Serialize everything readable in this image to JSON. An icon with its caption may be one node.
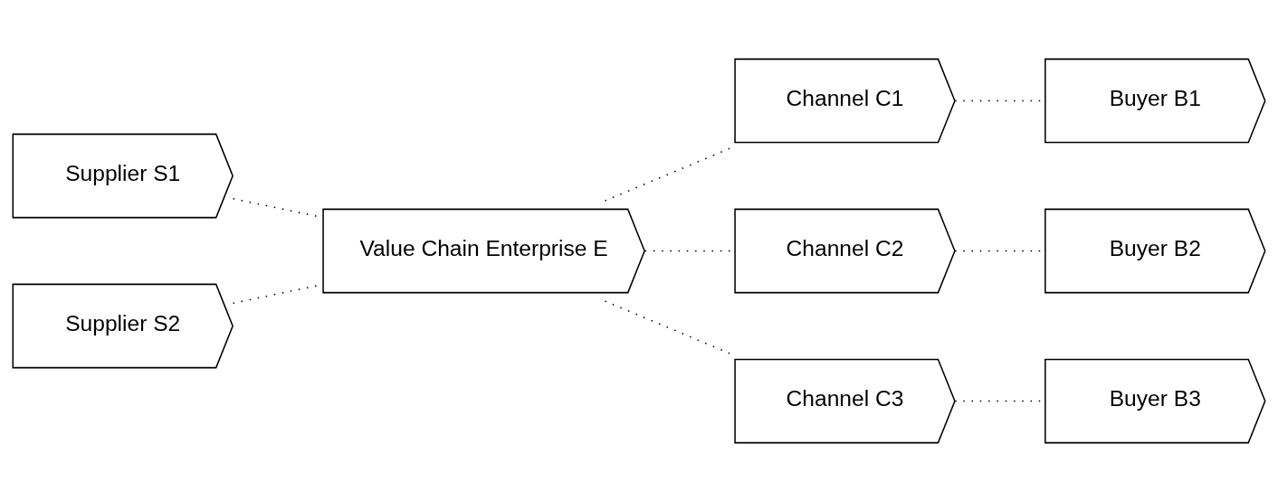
{
  "diagram": {
    "nodes": [
      {
        "text": [
          "Supplier S1"
        ]
      },
      {
        "text": [
          "Channel C1"
        ]
      },
      {
        "text": [
          "Buyer B1"
        ]
      },
      {
        "text": [
          "Value Chain Enterprise E"
        ]
      },
      {
        "text": [
          "Channel C2"
        ]
      },
      {
        "text": [
          "Buyer B2"
        ]
      },
      {
        "text": [
          "Supplier S2"
        ]
      },
      {
        "text": [
          "Channel C3"
        ]
      },
      {
        "text": [
          "Buyer B3"
        ]
      }
    ],
    "edges": [
      {
        "from": 0,
        "to": 3,
        "arrow": "none",
        "style": "dashed"
      },
      {
        "from": 6,
        "to": 3,
        "arrow": "none",
        "style": "dashed"
      },
      {
        "from": 3,
        "to": 1,
        "arrow": "none",
        "style": "dashed"
      },
      {
        "from": 3,
        "to": 4,
        "arrow": "none",
        "style": "dashed"
      },
      {
        "from": 3,
        "to": 7,
        "arrow": "none",
        "style": "dashed"
      },
      {
        "from": 1,
        "to": 2,
        "arrow": "none",
        "style": "dashed"
      },
      {
        "from": 4,
        "to": 5,
        "arrow": "none",
        "style": "dashed"
      },
      {
        "from": 7,
        "to": 8,
        "arrow": "none",
        "style": "dashed"
      }
    ]
  }
}
